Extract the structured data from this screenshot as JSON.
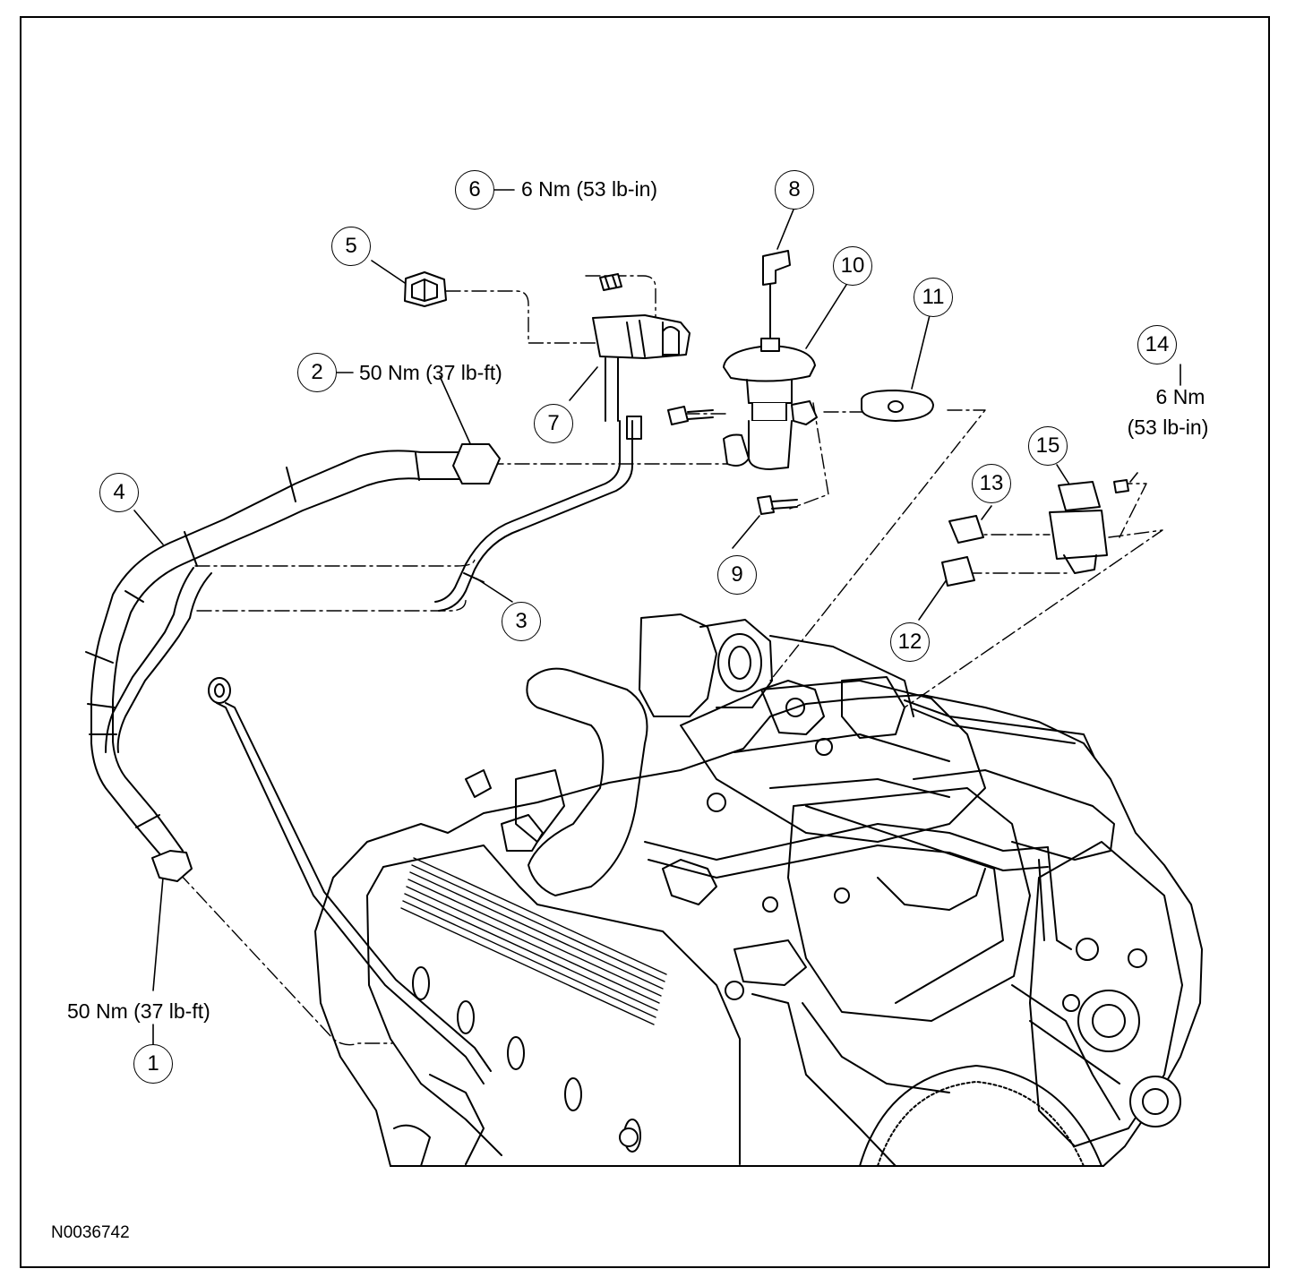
{
  "callouts": [
    "1",
    "2",
    "3",
    "4",
    "5",
    "6",
    "7",
    "8",
    "9",
    "10",
    "11",
    "12",
    "13",
    "14",
    "15"
  ],
  "torques": {
    "t6": "6 Nm (53 lb-in)",
    "t2": "50 Nm (37 lb-ft)",
    "t1": "50 Nm (37 lb-ft)",
    "t14_a": "6 Nm",
    "t14_b": "(53 lb-in)"
  },
  "figure_id": "N0036742"
}
